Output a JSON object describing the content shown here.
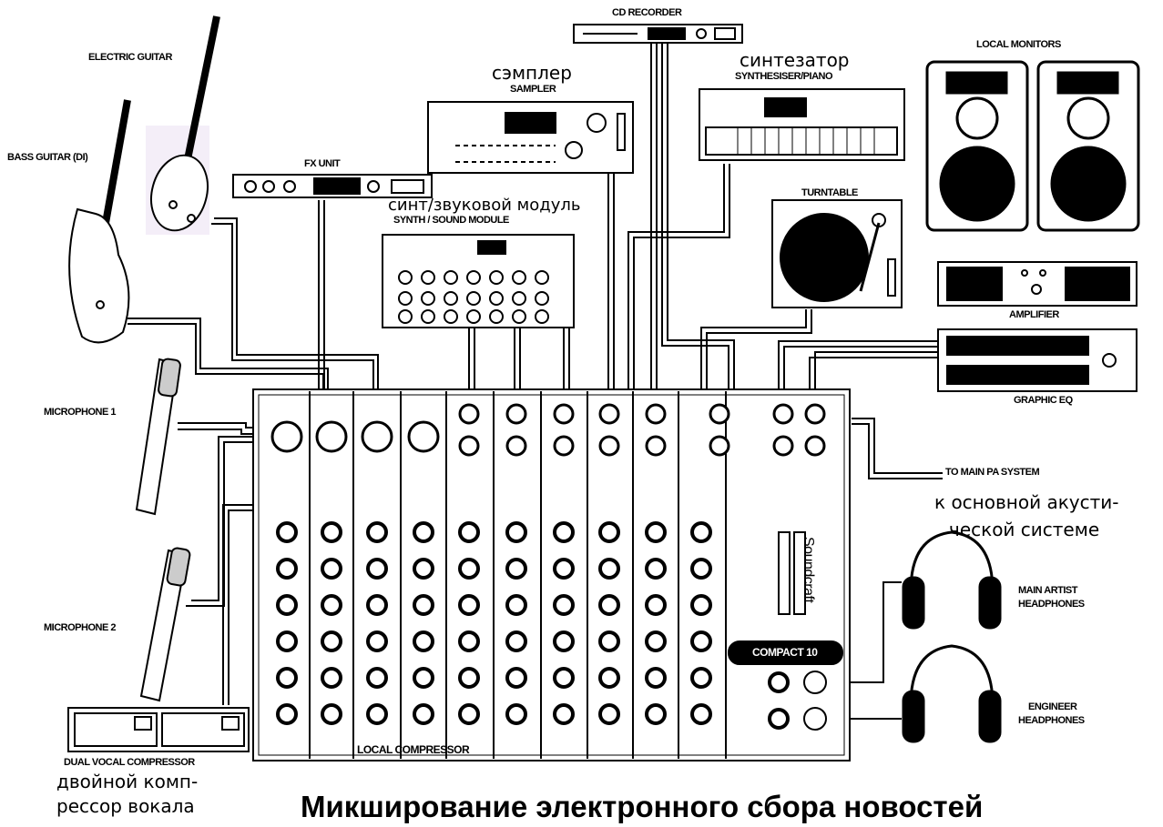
{
  "devices": {
    "cd_recorder": "CD RECORDER",
    "local_monitors": "LOCAL MONITORS",
    "electric_guitar": "ELECTRIC GUITAR",
    "sampler_ru": "сэмплер",
    "sampler_en": "SAMPLER",
    "synth_ru": "синтезатор",
    "synth_en": "SYNTHESISER/PIANO",
    "bass_guitar": "BASS GUITAR (DI)",
    "fx_unit": "FX UNIT",
    "sound_module_ru": "синт/звуковой модуль",
    "sound_module_en": "SYNTH / SOUND MODULE",
    "turntable": "TURNTABLE",
    "amplifier": "AMPLIFIER",
    "graphic_eq": "GRAPHIC EQ",
    "microphone_1": "MICROPHONE 1",
    "microphone_2": "MICROPHONE 2",
    "main_pa_en": "TO MAIN PA SYSTEM",
    "main_pa_ru_1": "к основной акусти-",
    "main_pa_ru_2": "ческой системе",
    "main_artist_headphones_1": "MAIN ARTIST",
    "main_artist_headphones_2": "HEADPHONES",
    "engineer_headphones_1": "ENGINEER",
    "engineer_headphones_2": "HEADPHONES",
    "dual_compressor_en": "DUAL VOCAL COMPRESSOR",
    "dual_compressor_ru_1": "двойной комп-",
    "dual_compressor_ru_2": "рессор вокала",
    "mixer_brand": "Soundcraft",
    "mixer_model": "COMPACT 10",
    "mixer_overlay": "LOCAL COMPRESSOR"
  },
  "caption": "Микширование  электронного сбора  новостей"
}
